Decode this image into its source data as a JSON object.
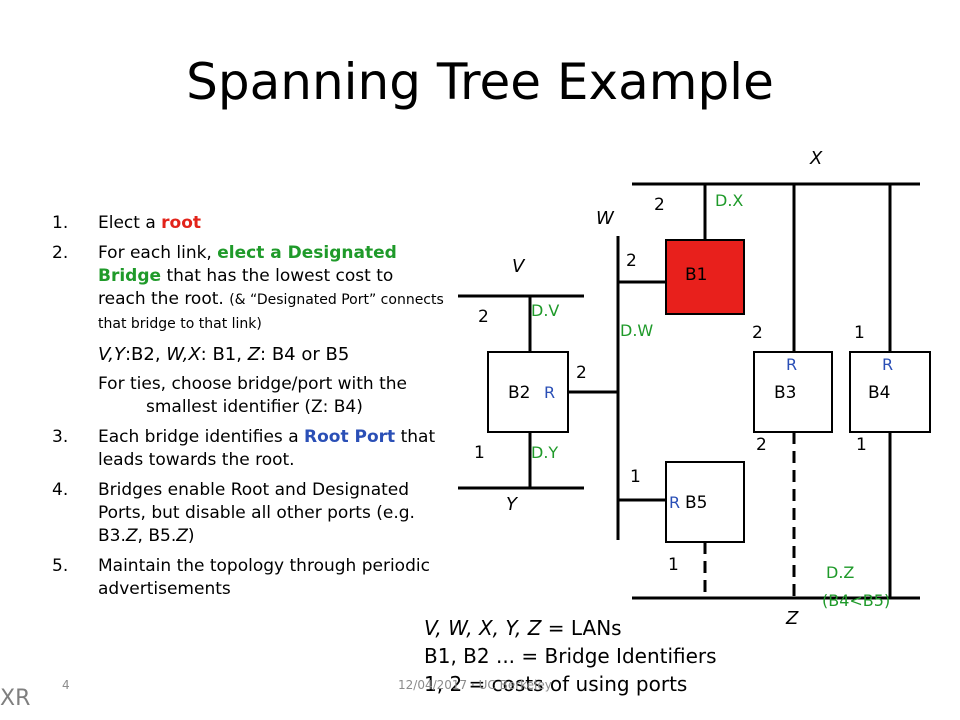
{
  "title": "Spanning Tree Example",
  "colors": {
    "root_bridge": "#e8201c",
    "designated": "#1f9a2a",
    "root_port": "#2a4fb6",
    "root_word": "#e2231a",
    "footer": "#8c8c8c"
  },
  "steps": [
    {
      "num": "1.",
      "pre": "Elect a ",
      "hl": "root"
    },
    {
      "num": "2.",
      "pre": "For each link, ",
      "hl": "elect a Designated Bridge",
      "post": " that has the lowest cost to reach the root. ",
      "note": "(& “Designated Port” connects that bridge to that link)"
    },
    {
      "num": "3.",
      "pre": "Each bridge identifies a ",
      "hl": "Root Port",
      "post": " that leads towards the root."
    },
    {
      "num": "4.",
      "text": "Bridges enable Root and Designated Ports, but disable all other ports (e.g. B3.",
      "i1": "Z",
      "t2": ", B5.",
      "i2": "Z",
      "t3": ")"
    },
    {
      "num": "5.",
      "text": "Maintain the topology through periodic advertisements"
    }
  ],
  "sub_line": {
    "i1": "V,Y",
    "t1": ":B2, ",
    "i2": "W,X",
    "t2": ": B1, ",
    "i3": "Z",
    "t3": ": B4 or B5"
  },
  "tie_line": {
    "text1": "For ties, choose bridge/port with the",
    "text2": "smallest identifier (Z: B4)"
  },
  "legend": {
    "line1_i": "V, W, X, Y, Z",
    "line1_t": " = LANs",
    "line2": "B1, B2 ... = Bridge Identifiers",
    "line3": "1, 2 = costs of using ports"
  },
  "diagram": {
    "lans": {
      "x": "X",
      "w": "W",
      "v": "V",
      "y": "Y",
      "z": "Z"
    },
    "bridges": {
      "b1": "B1",
      "b2": "B2",
      "b3": "B3",
      "b4": "B4",
      "b5": "B5"
    },
    "costs": {
      "b1_x": "2",
      "b1_w": "2",
      "b2_v": "2",
      "b2_w": "2",
      "b2_y": "1",
      "b3_x": "2",
      "b4_x": "1",
      "b3_z": "2",
      "b4_z": "1",
      "b5_w": "1",
      "b5_z": "1"
    },
    "designated": {
      "dx": "D.X",
      "dv": "D.V",
      "dw": "D.W",
      "dy": "D.Y",
      "dz": "D.Z",
      "dz_note": "(B4<B5)"
    },
    "root_port_label": "R"
  },
  "footer": {
    "page": "4",
    "date": "12/04/2017 · UC Berkeley",
    "logo": "XR"
  }
}
